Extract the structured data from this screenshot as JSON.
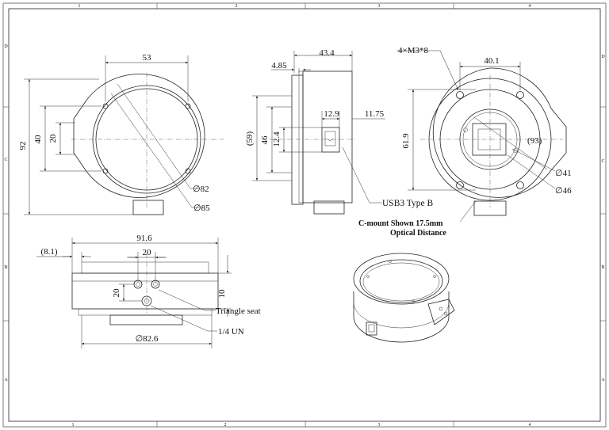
{
  "frame": {
    "columns": [
      "1",
      "2",
      "3",
      "4"
    ],
    "rows": [
      "D",
      "C",
      "B",
      "A"
    ]
  },
  "front_view": {
    "dim_width": "53",
    "dim_height_total": "92",
    "dim_height_40": "40",
    "dim_height_20": "20",
    "dia_82": "∅82",
    "dia_85": "∅85"
  },
  "side_view": {
    "dim_43_4": "43.4",
    "dim_4_85": "4.85",
    "dim_12_9": "12.9",
    "dim_11_75": "11.75",
    "dim_59": "(59)",
    "dim_46": "46",
    "dim_12_4": "12.4",
    "usb_label": "USB3 Type B",
    "cmount_line1": "C-mount Shown 17.5mm",
    "cmount_line2": "Optical Distance"
  },
  "rear_view": {
    "screw_label": "4×M3*8",
    "dim_40_1": "40.1",
    "dim_61_9": "61.9",
    "dim_93": "(93)",
    "dia_41": "∅41",
    "dia_46": "∅46"
  },
  "bottom_view": {
    "dim_91_6": "91.6",
    "dim_8_1": "(8.1)",
    "dim_20_h": "20",
    "dim_20_v": "20",
    "dim_10": "10",
    "dia_82_6": "∅82.6",
    "triangle_seat": "Triangle seat",
    "quarter_un": "1/4 UN"
  }
}
